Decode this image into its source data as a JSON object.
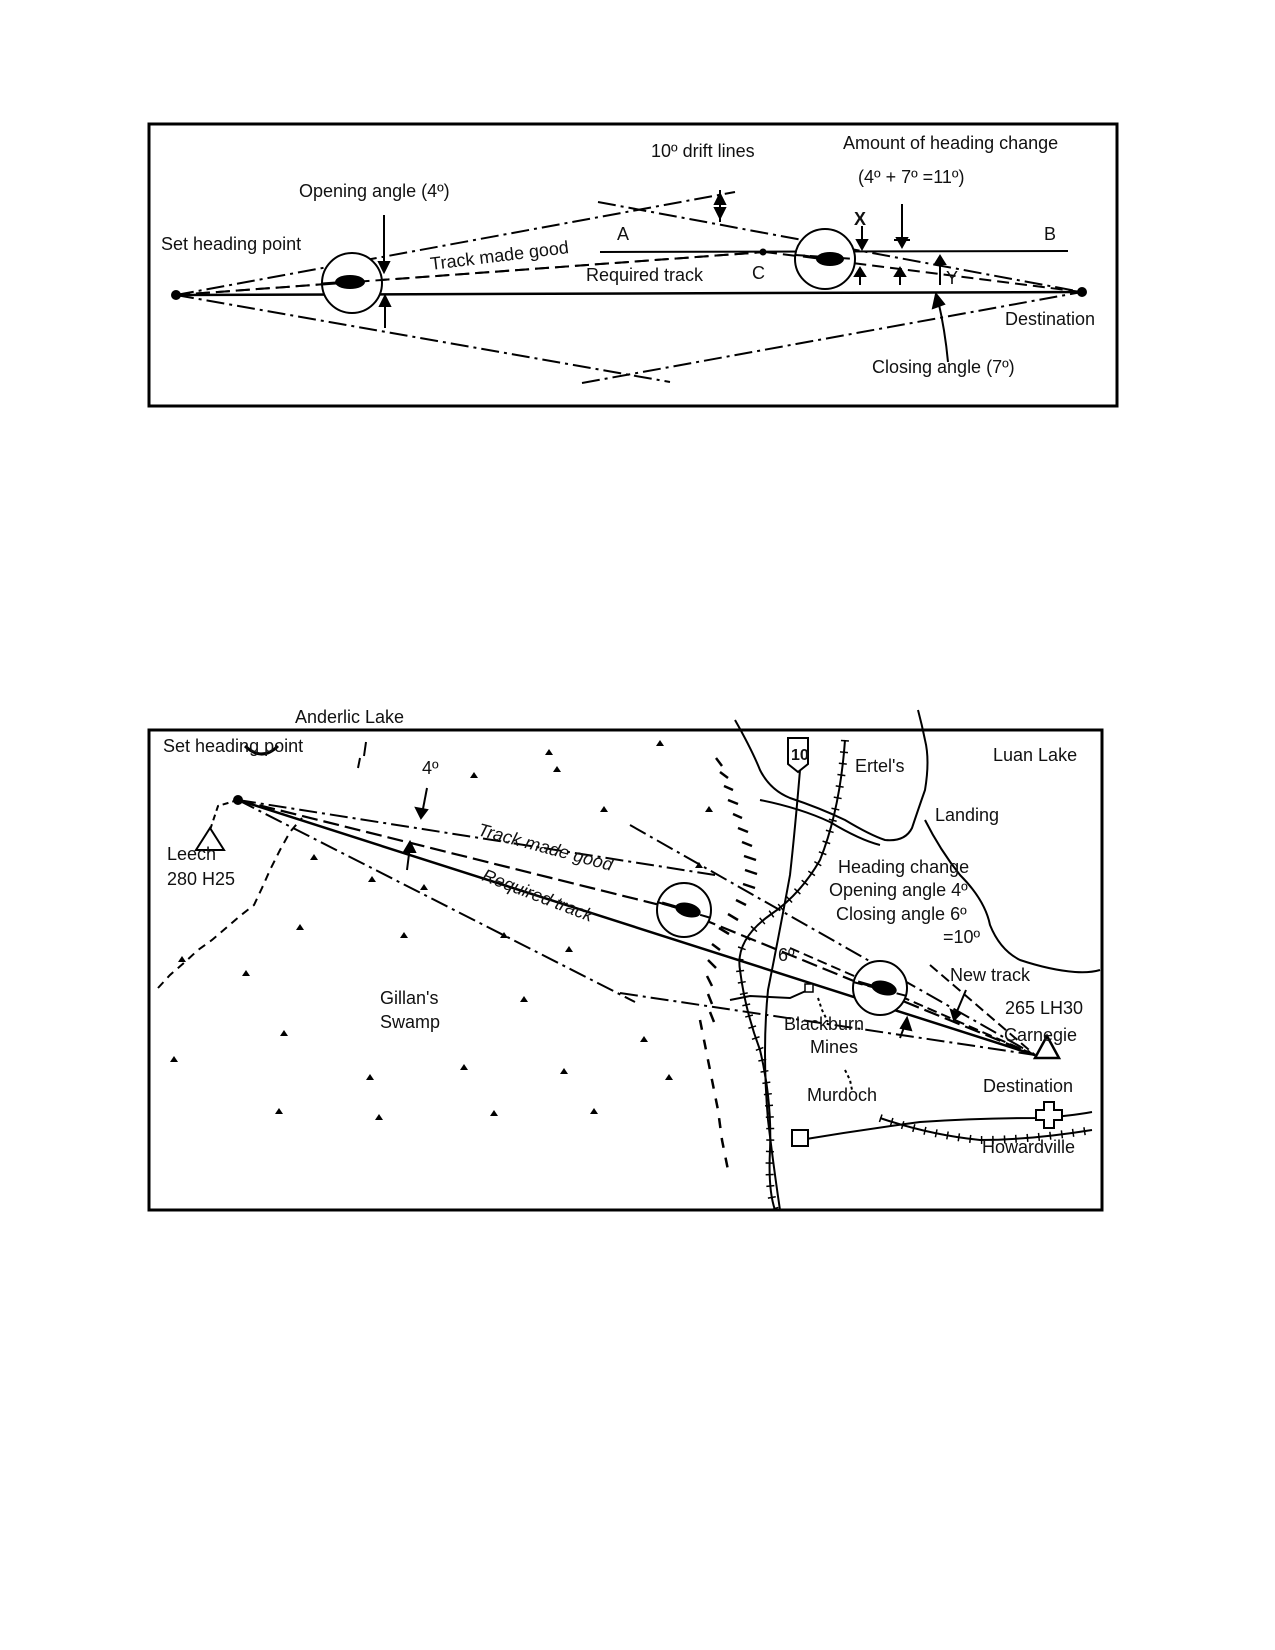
{
  "figure1": {
    "labels": {
      "drift_lines": "10º drift lines",
      "amount_heading_change": "Amount of heading change",
      "heading_change_formula": "(4º + 7º =11º)",
      "opening_angle": "Opening angle (4º)",
      "set_heading_point": "Set heading point",
      "point_a": "A",
      "point_b": "B",
      "point_c": "C",
      "point_x": "X",
      "point_y": "Y",
      "track_made_good": "Track made good",
      "required_track": "Required track",
      "destination": "Destination",
      "closing_angle": "Closing angle (7º)"
    }
  },
  "figure2": {
    "labels": {
      "anderlic_lake": "Anderlic Lake",
      "set_heading_point": "Set heading point",
      "angle_4": "4º",
      "leech": "Leech",
      "leech_code": "280 H25",
      "track_made_good": "Track made good",
      "required_track": "Required track",
      "gillans": "Gillan's",
      "swamp": "Swamp",
      "route_number": "10",
      "ertels": "Ertel's",
      "luan_lake": "Luan Lake",
      "landing": "Landing",
      "heading_change": "Heading change",
      "opening_angle": "Opening angle 4º",
      "closing_angle": "Closing angle 6º",
      "total": "=10º",
      "angle_6": "6º",
      "new_track": "New track",
      "carnegie_code": "265 LH30",
      "carnegie": "Carnegie",
      "blackburn": "Blackburn",
      "mines": "Mines",
      "destination": "Destination",
      "murdoch": "Murdoch",
      "howardville": "Howardville"
    }
  }
}
